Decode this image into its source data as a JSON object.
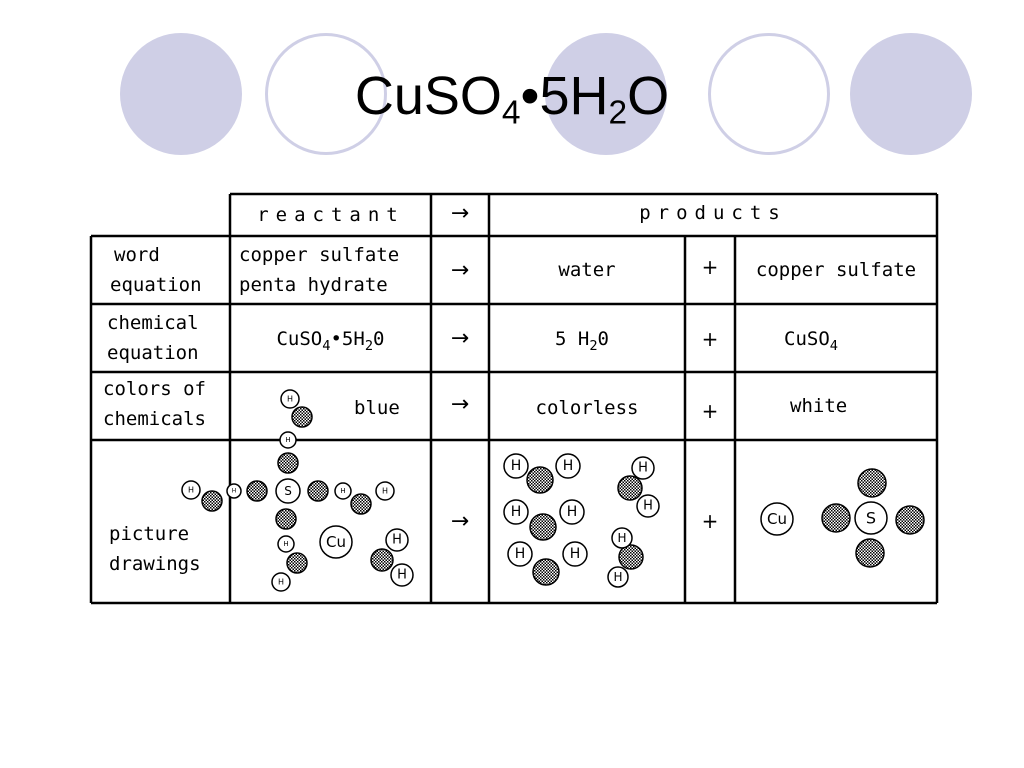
{
  "slide": {
    "title_parts": {
      "a": "CuSO",
      "b": "4",
      "c": "•5H",
      "d": "2",
      "e": "O"
    }
  },
  "table": {
    "header": {
      "reactant": "reactant",
      "arrow": "→",
      "products": "products"
    },
    "rows": {
      "word": {
        "label_line1": "word",
        "label_line2": "equation",
        "reactant_line1": "copper sulfate",
        "reactant_line2": "penta hydrate",
        "arrow": "→",
        "product1": "water",
        "plus": "+",
        "product2": "copper sulfate"
      },
      "chemical": {
        "label_line1": "chemical",
        "label_line2": "equation",
        "reactant_a": "CuSO",
        "reactant_b": "4",
        "reactant_c": "•5H",
        "reactant_d": "2",
        "reactant_e": "0",
        "arrow": "→",
        "product1_a": "5 H",
        "product1_b": "2",
        "product1_c": "0",
        "plus": "+",
        "product2_a": "CuSO",
        "product2_b": "4"
      },
      "colors": {
        "label_line1": "colors of",
        "label_line2": "chemicals",
        "reactant": "blue",
        "arrow": "→",
        "product1": "colorless",
        "plus": "+",
        "product2": "white"
      },
      "pictures": {
        "label_line1": "picture",
        "label_line2": "drawings",
        "arrow": "→",
        "plus": "+"
      }
    },
    "atom_labels": {
      "hydrogen": "H",
      "sulfur": "S",
      "copper": "Cu"
    }
  },
  "colors": {
    "deco_circle": "#cfcfe6",
    "ink": "#000000"
  }
}
